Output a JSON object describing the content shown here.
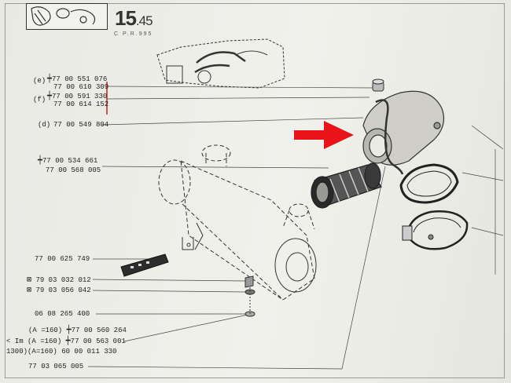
{
  "header": {
    "page_number": "15",
    "page_suffix": ".45",
    "sub_ref": "C    P.R.995"
  },
  "labels": {
    "e": {
      "letter": "(e)",
      "line1": "77 00 551 076",
      "line2": "77 00 610 309",
      "mark": "┿"
    },
    "f": {
      "letter": "(f)",
      "line1": "77 00 591 330",
      "line2": "77 00 614 152",
      "mark": "┿"
    },
    "d": {
      "letter": "(d)",
      "ref": "77 00 549 804"
    },
    "duct": {
      "line1": "77 00 534 661",
      "line2": "77 00 568 005",
      "mark": "┿"
    },
    "plate": {
      "ref": "77 00 625 749"
    },
    "bolt1": {
      "ref": "79 03 032 012",
      "mark": "⊠"
    },
    "bolt2": {
      "ref": "79 03 056 042",
      "mark": "⊠"
    },
    "washer": {
      "ref": "06 08 265 400"
    },
    "var1": {
      "cond": "(A =160)",
      "ref": "77 00 560 264",
      "mark": "┿"
    },
    "var2": {
      "prefix": "< Im",
      "cond": "(A =160)",
      "ref": "77 00 563 001",
      "mark": "┿"
    },
    "var3": {
      "prefix": "1300)",
      "cond": "(A=160)",
      "ref": "60 00 011 330"
    },
    "last": {
      "ref": "77 03 065 005"
    }
  },
  "highlight": {
    "arrow_color": "#e8141a",
    "bracket_color": "#cc2222"
  },
  "icons": [
    "red-arrow-icon",
    "air-filter-housing-icon",
    "intake-elbow-icon",
    "bellows-hose-icon",
    "gasket-icon",
    "hose-clamp-icon",
    "engine-thumbnail-icon"
  ]
}
